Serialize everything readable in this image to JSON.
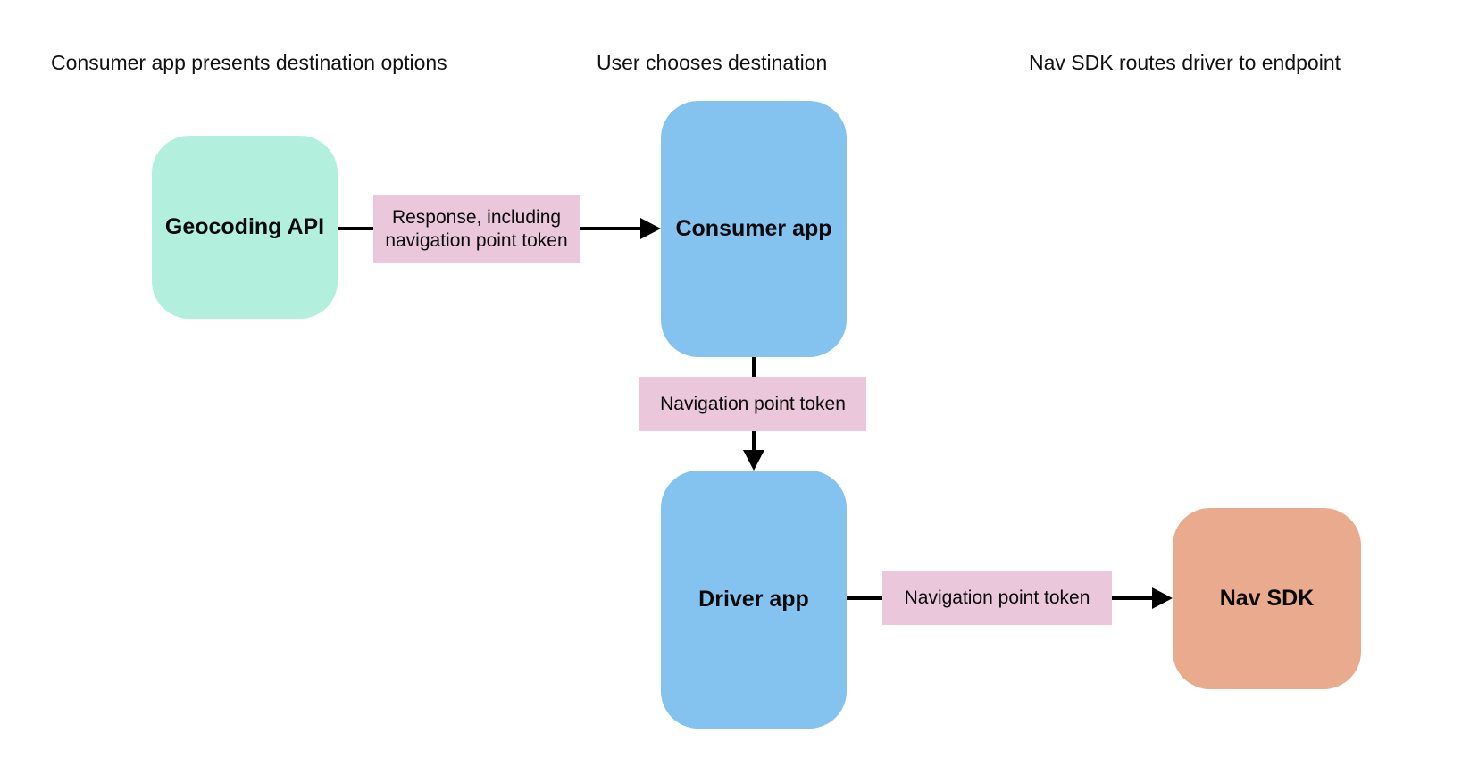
{
  "diagram": {
    "background": "#ffffff",
    "line_color": "#000000",
    "text_color": "#111111",
    "headers": [
      {
        "label": "Consumer app presents destination options"
      },
      {
        "label": "User chooses destination"
      },
      {
        "label": "Nav SDK routes driver to endpoint"
      }
    ],
    "nodes": [
      {
        "id": "geocoding-api",
        "label": "Geocoding API",
        "color": "#b2f0dd"
      },
      {
        "id": "consumer-app",
        "label": "Consumer app",
        "color": "#84c2f0"
      },
      {
        "id": "driver-app",
        "label": "Driver app",
        "color": "#84c2f0"
      },
      {
        "id": "nav-sdk",
        "label": "Nav SDK",
        "color": "#e9aa8d"
      }
    ],
    "edges": [
      {
        "from": "geocoding-api",
        "to": "consumer-app",
        "label": "Response, including navigation point token",
        "label_color": "#eac7db"
      },
      {
        "from": "consumer-app",
        "to": "driver-app",
        "label": "Navigation point token",
        "label_color": "#eac7db"
      },
      {
        "from": "driver-app",
        "to": "nav-sdk",
        "label": "Navigation point token",
        "label_color": "#eac7db"
      }
    ]
  }
}
